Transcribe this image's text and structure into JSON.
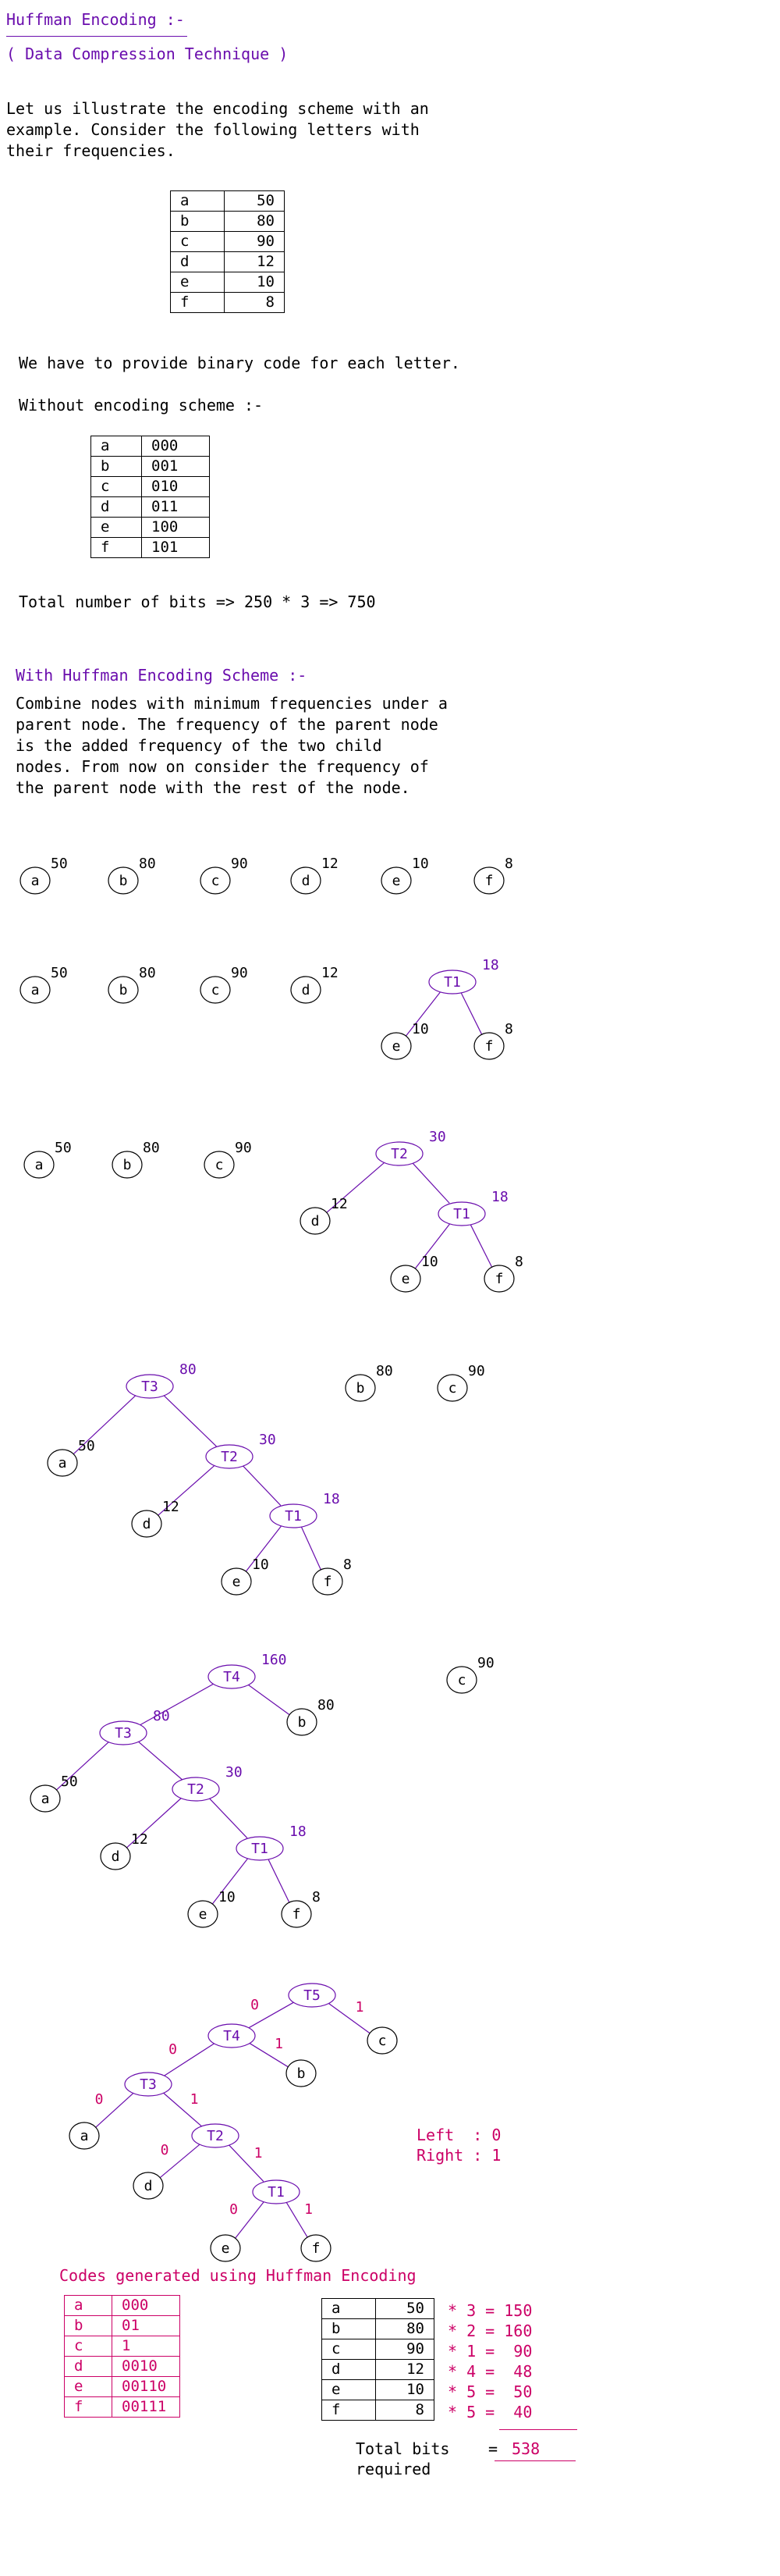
{
  "title": "Huffman Encoding :-",
  "subtitle": "( Data Compression Technique )",
  "intro": [
    "Let us illustrate the encoding scheme with an",
    "example. Consider the following letters with",
    "their frequencies."
  ],
  "freq_table": [
    [
      "a",
      "50"
    ],
    [
      "b",
      "80"
    ],
    [
      "c",
      "90"
    ],
    [
      "d",
      "12"
    ],
    [
      "e",
      "10"
    ],
    [
      "f",
      "8"
    ]
  ],
  "binary_text": "We have to provide binary code for each letter.",
  "without_heading": "Without encoding scheme :-",
  "fixed_codes": [
    [
      "a",
      "000"
    ],
    [
      "b",
      "001"
    ],
    [
      "c",
      "010"
    ],
    [
      "d",
      "011"
    ],
    [
      "e",
      "100"
    ],
    [
      "f",
      "101"
    ]
  ],
  "total_fixed": "Total number of bits => 250 * 3 => 750",
  "huffman_heading": "With Huffman Encoding Scheme :-",
  "combine_text": [
    "Combine nodes with minimum frequencies under a",
    "parent node. The frequency of the parent node",
    "is the added frequency of the two child",
    "nodes. From now on consider the frequency of",
    "the parent node with the rest of the node."
  ],
  "legend": {
    "left": "Left  : 0",
    "right": "Right : 1"
  },
  "codes_heading": "Codes generated using Huffman Encoding",
  "huffman_codes": [
    [
      "a",
      "000"
    ],
    [
      "b",
      "01"
    ],
    [
      "c",
      "1"
    ],
    [
      "d",
      "0010"
    ],
    [
      "e",
      "00110"
    ],
    [
      "f",
      "00111"
    ]
  ],
  "bits_table": [
    [
      "a",
      "50"
    ],
    [
      "b",
      "80"
    ],
    [
      "c",
      "90"
    ],
    [
      "d",
      "12"
    ],
    [
      "e",
      "10"
    ],
    [
      "f",
      "8"
    ]
  ],
  "multipliers": [
    "* 3 = 150",
    "* 2 = 160",
    "* 1 =  90",
    "* 4 =  48",
    "* 5 =  50",
    "* 5 =  40"
  ],
  "total_bits_label": [
    "Total bits",
    "required"
  ],
  "total_bits_eq": "=",
  "total_bits_value": "538",
  "colors": {
    "purple": "#6a0dad",
    "magenta": "#cc0066",
    "black": "#000000"
  },
  "stages": [
    {
      "nodes": [
        {
          "id": "a",
          "label": "a",
          "freq": "50"
        },
        {
          "id": "b",
          "label": "b",
          "freq": "80"
        },
        {
          "id": "c",
          "label": "c",
          "freq": "90"
        },
        {
          "id": "d",
          "label": "d",
          "freq": "12"
        },
        {
          "id": "e",
          "label": "e",
          "freq": "10"
        },
        {
          "id": "f",
          "label": "f",
          "freq": "8"
        }
      ],
      "edges": []
    },
    {
      "nodes": [
        {
          "id": "a",
          "label": "a",
          "freq": "50"
        },
        {
          "id": "b",
          "label": "b",
          "freq": "80"
        },
        {
          "id": "c",
          "label": "c",
          "freq": "90"
        },
        {
          "id": "d",
          "label": "d",
          "freq": "12"
        },
        {
          "id": "T1",
          "label": "T1",
          "freq": "18",
          "internal": true
        },
        {
          "id": "e",
          "label": "e",
          "freq": "10"
        },
        {
          "id": "f",
          "label": "f",
          "freq": "8"
        }
      ],
      "edges": [
        [
          "T1",
          "e"
        ],
        [
          "T1",
          "f"
        ]
      ]
    },
    {
      "nodes": [
        {
          "id": "a",
          "label": "a",
          "freq": "50"
        },
        {
          "id": "b",
          "label": "b",
          "freq": "80"
        },
        {
          "id": "c",
          "label": "c",
          "freq": "90"
        },
        {
          "id": "T2",
          "label": "T2",
          "freq": "30",
          "internal": true
        },
        {
          "id": "d",
          "label": "d",
          "freq": "12"
        },
        {
          "id": "T1",
          "label": "T1",
          "freq": "18",
          "internal": true
        },
        {
          "id": "e",
          "label": "e",
          "freq": "10"
        },
        {
          "id": "f",
          "label": "f",
          "freq": "8"
        }
      ],
      "edges": [
        [
          "T2",
          "d"
        ],
        [
          "T2",
          "T1"
        ],
        [
          "T1",
          "e"
        ],
        [
          "T1",
          "f"
        ]
      ]
    },
    {
      "nodes": [
        {
          "id": "T3",
          "label": "T3",
          "freq": "80",
          "internal": true
        },
        {
          "id": "a",
          "label": "a",
          "freq": "50"
        },
        {
          "id": "T2",
          "label": "T2",
          "freq": "30",
          "internal": true
        },
        {
          "id": "d",
          "label": "d",
          "freq": "12"
        },
        {
          "id": "T1",
          "label": "T1",
          "freq": "18",
          "internal": true
        },
        {
          "id": "e",
          "label": "e",
          "freq": "10"
        },
        {
          "id": "f",
          "label": "f",
          "freq": "8"
        },
        {
          "id": "b",
          "label": "b",
          "freq": "80"
        },
        {
          "id": "c",
          "label": "c",
          "freq": "90"
        }
      ],
      "edges": [
        [
          "T3",
          "a"
        ],
        [
          "T3",
          "T2"
        ],
        [
          "T2",
          "d"
        ],
        [
          "T2",
          "T1"
        ],
        [
          "T1",
          "e"
        ],
        [
          "T1",
          "f"
        ]
      ]
    },
    {
      "nodes": [
        {
          "id": "T4",
          "label": "T4",
          "freq": "160",
          "internal": true
        },
        {
          "id": "T3",
          "label": "T3",
          "freq": "80",
          "internal": true
        },
        {
          "id": "b",
          "label": "b",
          "freq": "80"
        },
        {
          "id": "a",
          "label": "a",
          "freq": "50"
        },
        {
          "id": "T2",
          "label": "T2",
          "freq": "30",
          "internal": true
        },
        {
          "id": "d",
          "label": "d",
          "freq": "12"
        },
        {
          "id": "T1",
          "label": "T1",
          "freq": "18",
          "internal": true
        },
        {
          "id": "e",
          "label": "e",
          "freq": "10"
        },
        {
          "id": "f",
          "label": "f",
          "freq": "8"
        },
        {
          "id": "c",
          "label": "c",
          "freq": "90"
        }
      ],
      "edges": [
        [
          "T4",
          "T3"
        ],
        [
          "T4",
          "b"
        ],
        [
          "T3",
          "a"
        ],
        [
          "T3",
          "T2"
        ],
        [
          "T2",
          "d"
        ],
        [
          "T2",
          "T1"
        ],
        [
          "T1",
          "e"
        ],
        [
          "T1",
          "f"
        ]
      ]
    },
    {
      "nodes": [
        {
          "id": "T5",
          "label": "T5",
          "internal": true
        },
        {
          "id": "T4",
          "label": "T4",
          "internal": true
        },
        {
          "id": "c",
          "label": "c"
        },
        {
          "id": "T3",
          "label": "T3",
          "internal": true
        },
        {
          "id": "b",
          "label": "b"
        },
        {
          "id": "a",
          "label": "a"
        },
        {
          "id": "T2",
          "label": "T2",
          "internal": true
        },
        {
          "id": "d",
          "label": "d"
        },
        {
          "id": "T1",
          "label": "T1",
          "internal": true
        },
        {
          "id": "e",
          "label": "e"
        },
        {
          "id": "f",
          "label": "f"
        }
      ],
      "edges": [
        [
          "T5",
          "T4",
          "0"
        ],
        [
          "T5",
          "c",
          "1"
        ],
        [
          "T4",
          "T3",
          "0"
        ],
        [
          "T4",
          "b",
          "1"
        ],
        [
          "T3",
          "a",
          "0"
        ],
        [
          "T3",
          "T2",
          "1"
        ],
        [
          "T2",
          "d",
          "0"
        ],
        [
          "T2",
          "T1",
          "1"
        ],
        [
          "T1",
          "e",
          "0"
        ],
        [
          "T1",
          "f",
          "1"
        ]
      ]
    }
  ]
}
